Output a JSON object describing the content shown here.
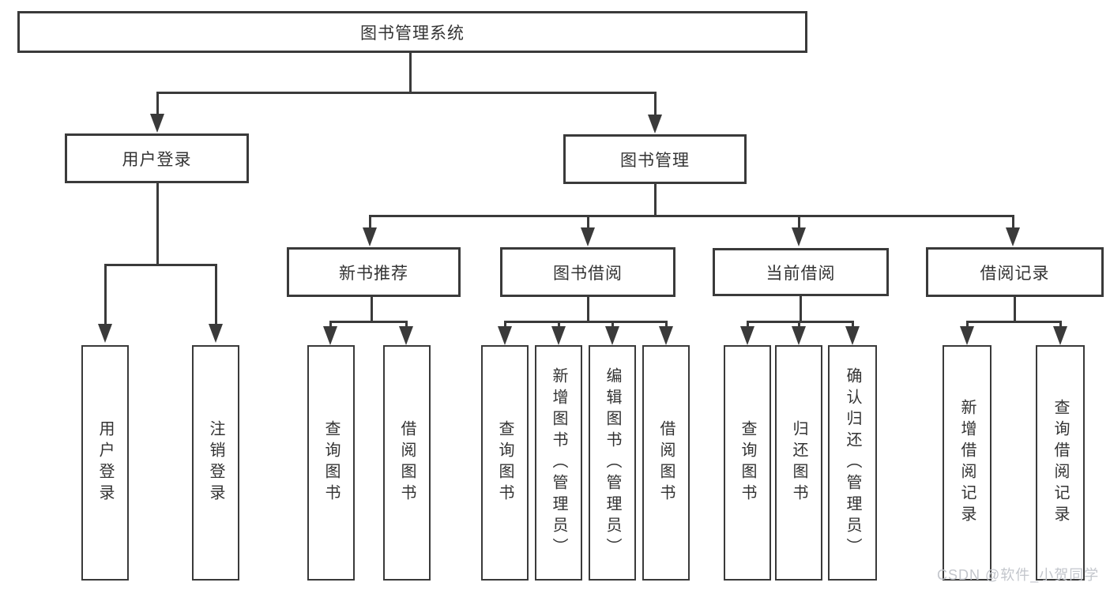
{
  "diagram": {
    "colors": {
      "line": "#3a3a3a",
      "text": "#333333",
      "background": "#ffffff",
      "watermark_text_color": "#c3c6cc"
    },
    "tree": {
      "label": "图书管理系统",
      "children": [
        {
          "label": "用户登录",
          "children": [
            {
              "label": "用户登录"
            },
            {
              "label": "注销登录"
            }
          ]
        },
        {
          "label": "图书管理",
          "children": [
            {
              "label": "新书推荐",
              "children": [
                {
                  "label": "查询图书"
                },
                {
                  "label": "借阅图书"
                }
              ]
            },
            {
              "label": "图书借阅",
              "children": [
                {
                  "label": "查询图书"
                },
                {
                  "label": "新增图书（管理员）"
                },
                {
                  "label": "编辑图书（管理员）"
                },
                {
                  "label": "借阅图书"
                }
              ]
            },
            {
              "label": "当前借阅",
              "children": [
                {
                  "label": "查询图书"
                },
                {
                  "label": "归还图书"
                },
                {
                  "label": "确认归还（管理员）"
                }
              ]
            },
            {
              "label": "借阅记录",
              "children": [
                {
                  "label": "新增借阅记录"
                },
                {
                  "label": "查询借阅记录"
                }
              ]
            }
          ]
        }
      ]
    },
    "watermark": "CSDN @软件_小贺同学"
  }
}
